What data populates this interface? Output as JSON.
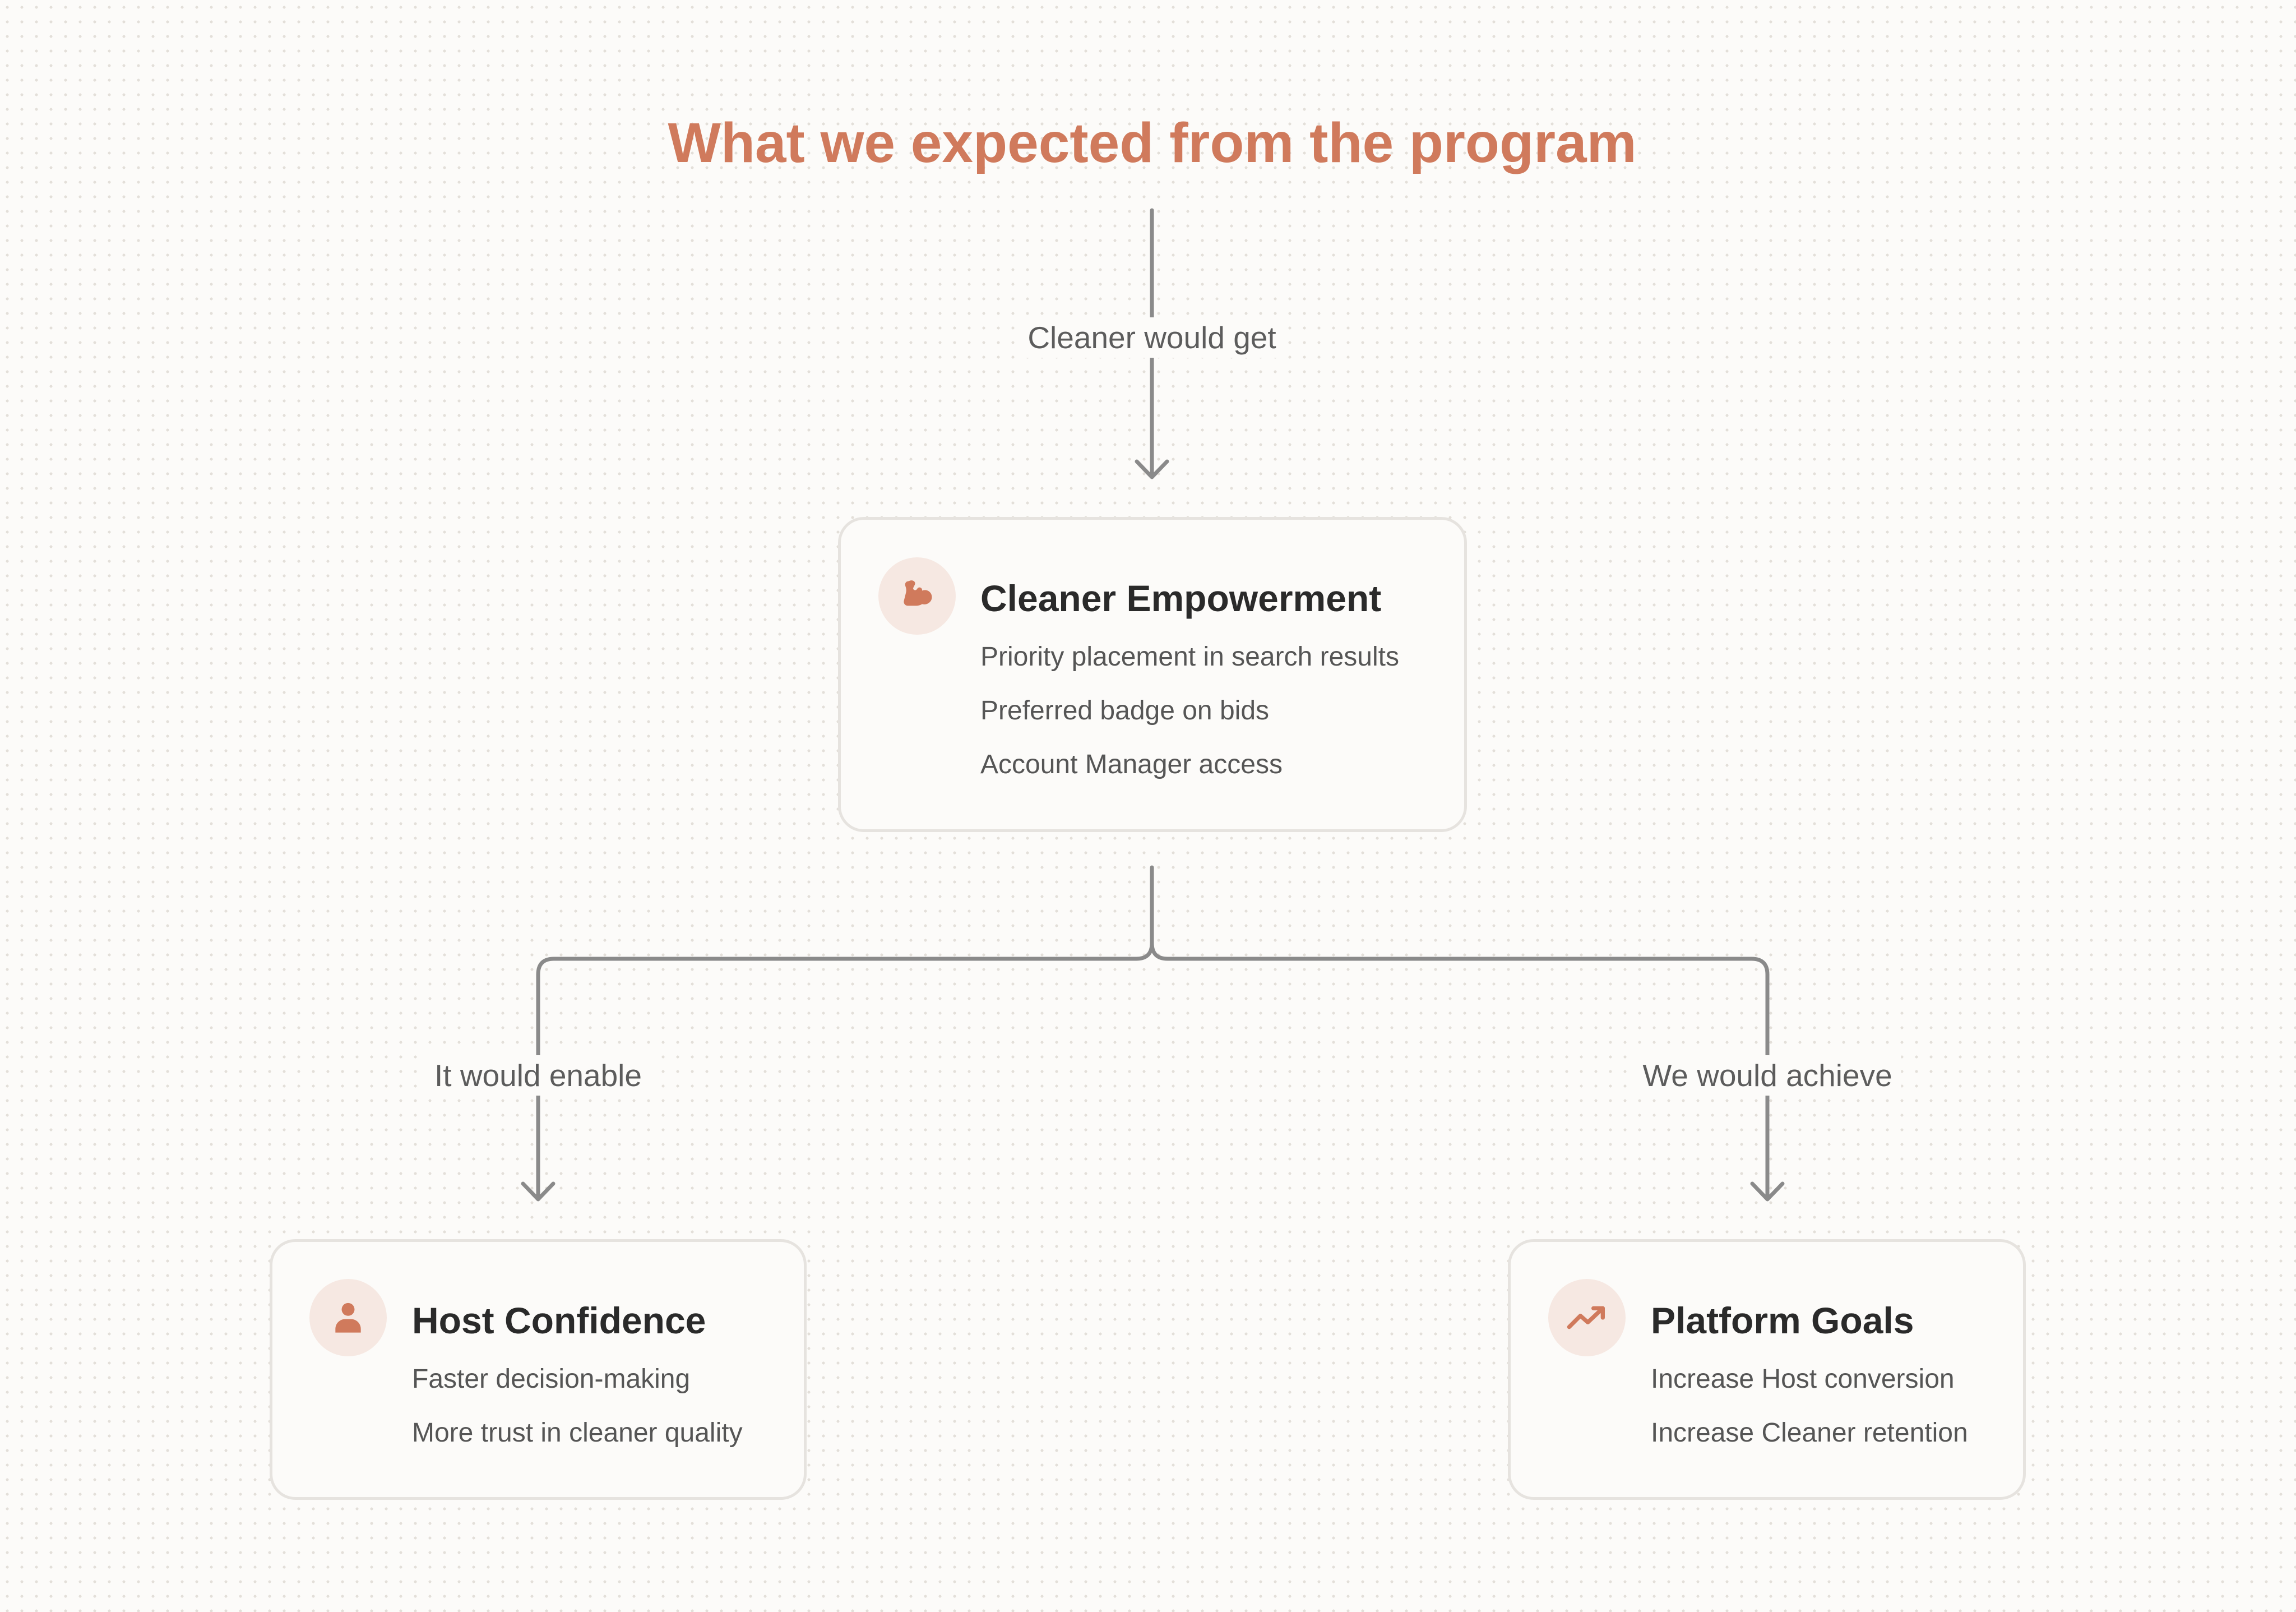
{
  "title": "What we expected from the program",
  "colors": {
    "accent": "#d07a5c",
    "icon_background": "#f6e8e2",
    "connector": "#8a8a8a",
    "card_border": "#e6e3df",
    "heading_text": "#2a2a2a",
    "body_text": "#555555"
  },
  "edges": {
    "to_empowerment": "Cleaner would get",
    "to_host": "It would enable",
    "to_platform": "We would achieve"
  },
  "cards": {
    "empowerment": {
      "icon": "flexed-arm-icon",
      "title": "Cleaner Empowerment",
      "items": [
        "Priority placement in search results",
        "Preferred badge on bids",
        "Account Manager access"
      ]
    },
    "host": {
      "icon": "person-icon",
      "title": "Host Confidence",
      "items": [
        "Faster decision-making",
        "More trust in cleaner quality"
      ]
    },
    "platform": {
      "icon": "trending-up-icon",
      "title": "Platform Goals",
      "items": [
        "Increase Host conversion",
        "Increase Cleaner retention"
      ]
    }
  }
}
